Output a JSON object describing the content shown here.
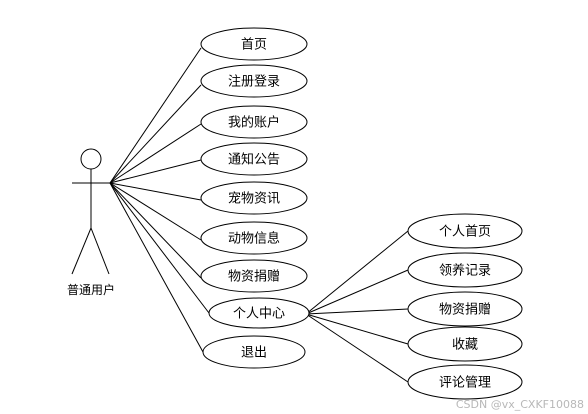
{
  "actor": {
    "label": "普通用户"
  },
  "use_cases": [
    {
      "id": "home",
      "label": "首页"
    },
    {
      "id": "register",
      "label": "注册登录"
    },
    {
      "id": "account",
      "label": "我的账户"
    },
    {
      "id": "notice",
      "label": "通知公告"
    },
    {
      "id": "pet-news",
      "label": "宠物资讯"
    },
    {
      "id": "animal-info",
      "label": "动物信息"
    },
    {
      "id": "donation",
      "label": "物资捐赠"
    },
    {
      "id": "personal-center",
      "label": "个人中心"
    },
    {
      "id": "logout",
      "label": "退出"
    }
  ],
  "sub_use_cases": [
    {
      "id": "personal-home",
      "label": "个人首页"
    },
    {
      "id": "adoption-record",
      "label": "领养记录"
    },
    {
      "id": "my-donation",
      "label": "物资捐赠"
    },
    {
      "id": "favorites",
      "label": "收藏"
    },
    {
      "id": "comments",
      "label": "评论管理"
    }
  ],
  "watermark": "CSDN @vx_CXKF10088"
}
